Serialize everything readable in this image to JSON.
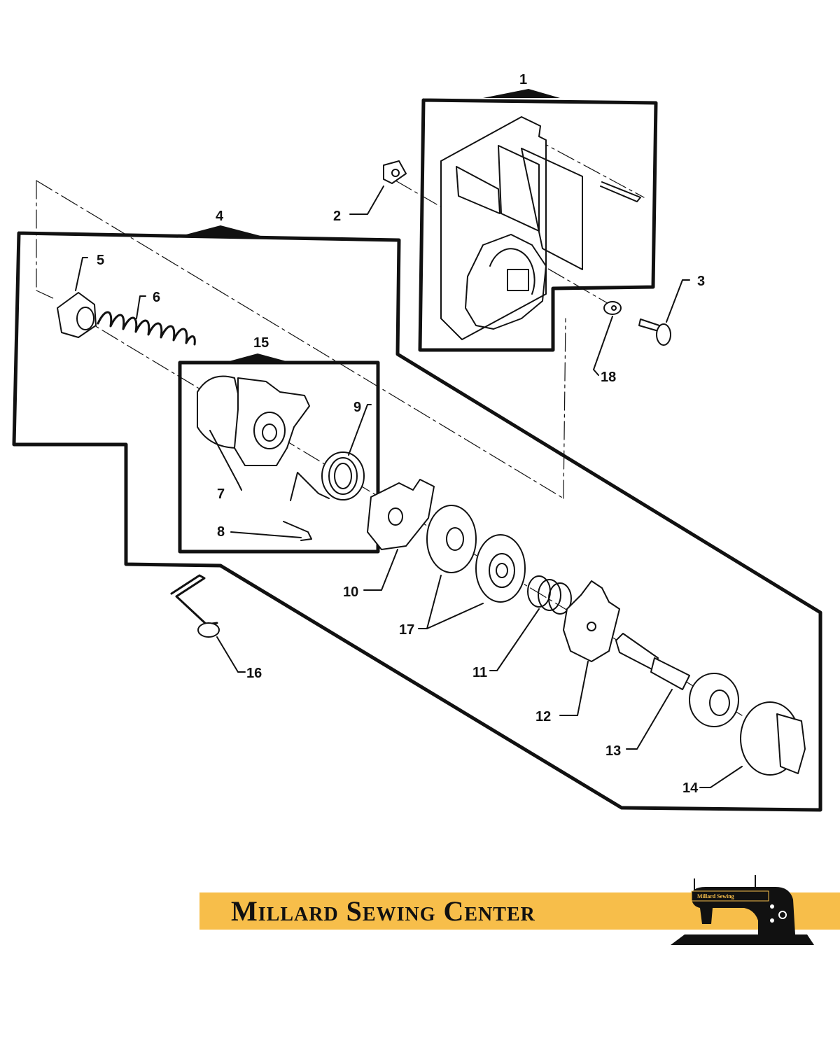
{
  "diagram": {
    "callouts": [
      "1",
      "2",
      "3",
      "4",
      "5",
      "6",
      "7",
      "8",
      "9",
      "10",
      "11",
      "12",
      "13",
      "14",
      "15",
      "16",
      "17",
      "18"
    ]
  },
  "banner": {
    "text": "Millard Sewing Center",
    "color": "#F7BE4A",
    "logo_text": "Millard Sewing",
    "logo_icon": "sewing-machine-icon"
  }
}
